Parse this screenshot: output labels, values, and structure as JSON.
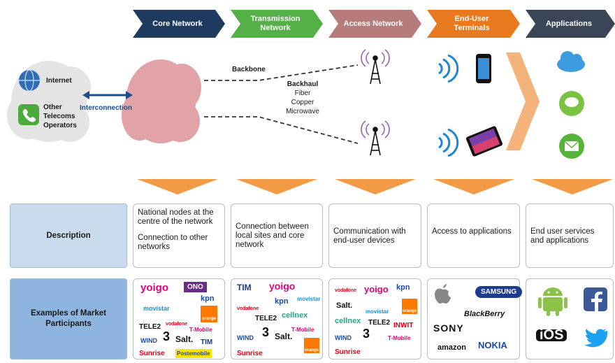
{
  "stages": [
    {
      "label": "Core Network",
      "color": "#1f3a5f"
    },
    {
      "label": "Transmission Network",
      "color": "#55b047"
    },
    {
      "label": "Access Network",
      "color": "#b77b7b"
    },
    {
      "label": "End-User Terminals",
      "color": "#e9791f"
    },
    {
      "label": "Applications",
      "color": "#3a4655"
    }
  ],
  "diagram": {
    "internet": "Internet",
    "other_telecoms": [
      "Other",
      "Telecoms",
      "Operators"
    ],
    "interconnection": "Interconnection",
    "backbone": "Backbone",
    "backhaul_title": "Backhaul",
    "backhaul_items": [
      "Fiber",
      "Copper",
      "Microwave"
    ]
  },
  "rows": {
    "description_label": "Description",
    "examples_label": "Examples of Market Participants"
  },
  "descriptions": [
    [
      "National nodes at the centre of the network",
      "Connection to other networks"
    ],
    [
      "Connection between local sites and core network"
    ],
    [
      "Communication with end-user devices"
    ],
    [
      "Access to applications"
    ],
    [
      "End user services and applications"
    ]
  ],
  "logos": {
    "core": [
      "yoigo",
      "ONO",
      "movistar",
      "kpn",
      "vodafone",
      "orange",
      "TELE2",
      "T-Mobile",
      "WIND",
      "3",
      "Salt.",
      "TIM",
      "Sunrise",
      "Postemobile"
    ],
    "transmission": [
      "TIM",
      "yoigo",
      "movistar",
      "vodafone",
      "kpn",
      "TELE2",
      "cellnex",
      "T-Mobile",
      "WIND",
      "3",
      "Salt.",
      "Sunrise",
      "orange"
    ],
    "access": [
      "vodafone",
      "yoigo",
      "kpn",
      "Salt.",
      "movistar",
      "orange",
      "cellnex",
      "TELE2",
      "INWIT",
      "WIND",
      "3",
      "T-Mobile",
      "Sunrise"
    ],
    "terminals": [
      "SAMSUNG",
      "BlackBerry",
      "SONY",
      "amazon",
      "NOKIA"
    ],
    "applications": [
      "iOS"
    ]
  }
}
